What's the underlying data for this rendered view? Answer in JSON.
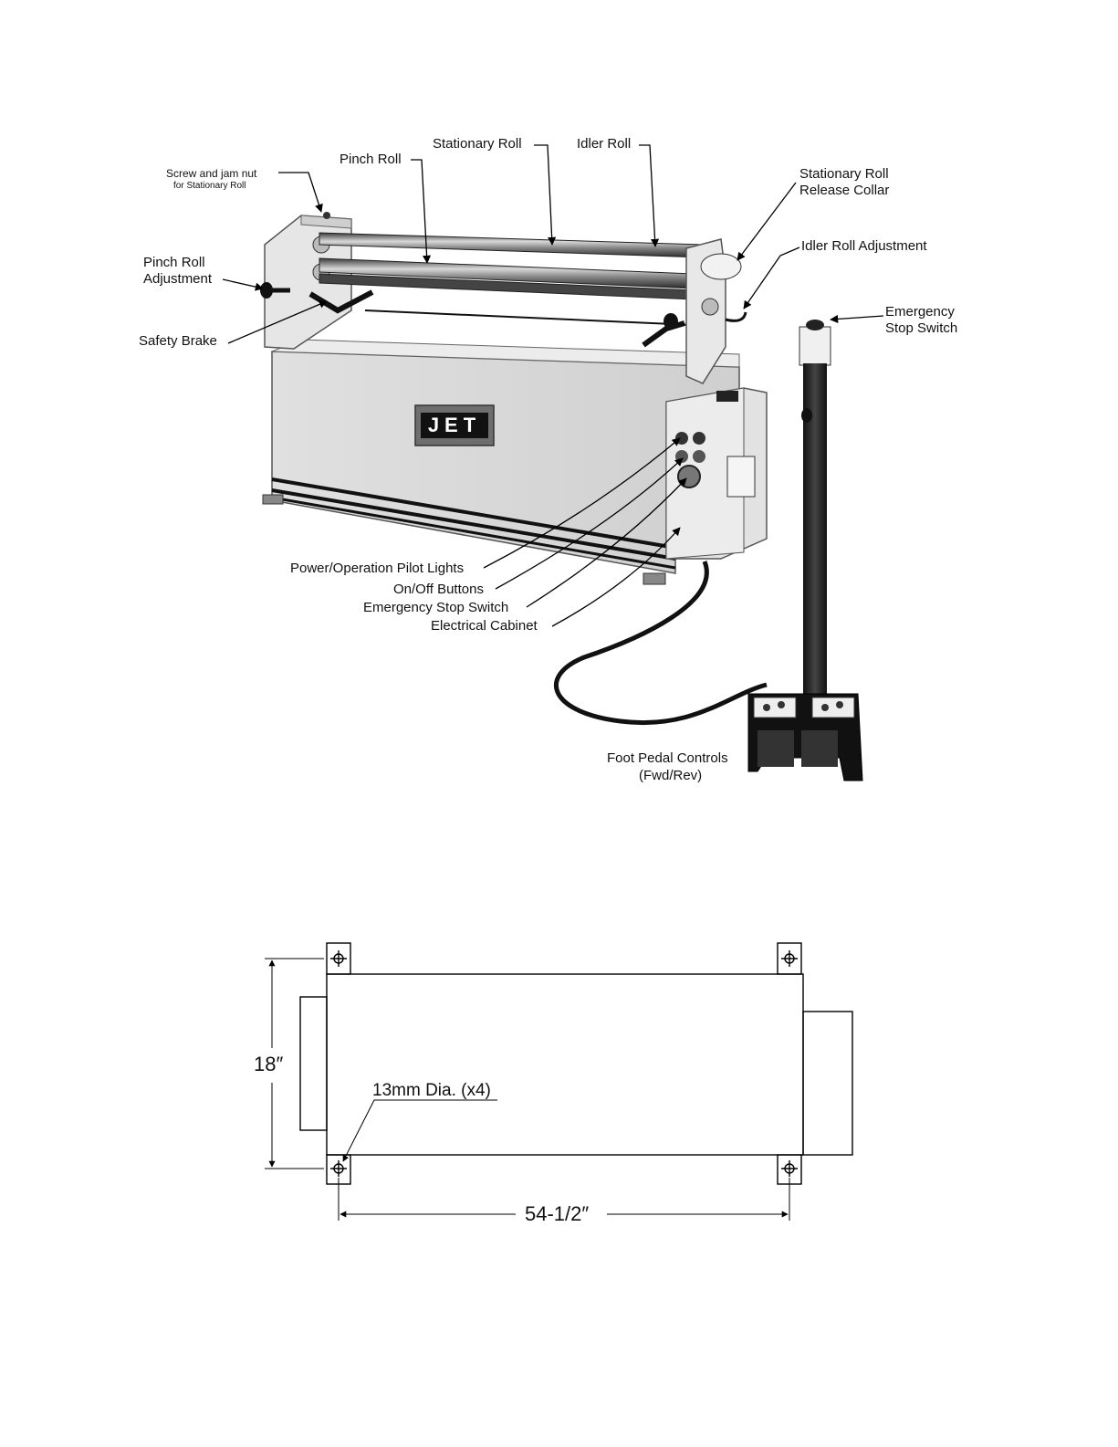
{
  "machine": {
    "logo": "JET",
    "labels": {
      "screw_jam_nut": "Screw and jam nut",
      "screw_jam_nut_sub": "for Stationary Roll",
      "pinch_roll": "Pinch Roll",
      "stationary_roll": "Stationary Roll",
      "idler_roll": "Idler Roll",
      "release_collar_1": "Stationary Roll",
      "release_collar_2": "Release Collar",
      "idler_adjust": "Idler Roll Adjustment",
      "pinch_adjust_1": "Pinch Roll",
      "pinch_adjust_2": "Adjustment",
      "safety_brake": "Safety Brake",
      "estop_top_1": "Emergency",
      "estop_top_2": "Stop Switch",
      "pilot_lights": "Power/Operation Pilot Lights",
      "onoff": "On/Off Buttons",
      "estop_cabinet": "Emergency Stop Switch",
      "cabinet": "Electrical Cabinet",
      "foot_pedal_1": "Foot Pedal Controls",
      "foot_pedal_2": "(Fwd/Rev)"
    }
  },
  "footprint": {
    "depth": "18″",
    "width": "54-1/2″",
    "holes": "13mm Dia. (x4)"
  }
}
